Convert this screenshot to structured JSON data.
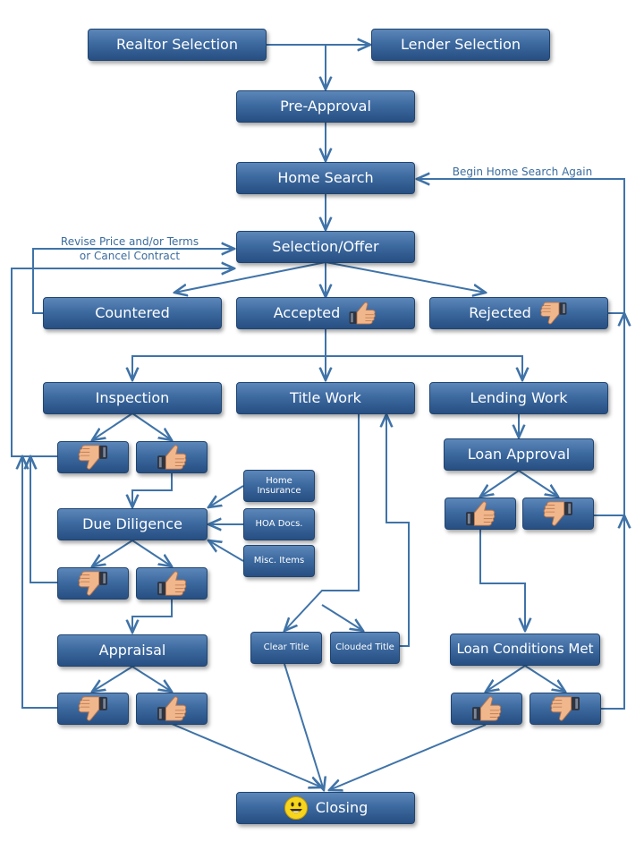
{
  "nodes": {
    "realtor": "Realtor Selection",
    "lender": "Lender Selection",
    "preapproval": "Pre-Approval",
    "homesearch": "Home Search",
    "selection": "Selection/Offer",
    "countered": "Countered",
    "accepted": "Accepted",
    "rejected": "Rejected",
    "inspection": "Inspection",
    "titlework": "Title Work",
    "lendingwork": "Lending Work",
    "loanapproval": "Loan Approval",
    "duediligence": "Due Diligence",
    "homeinsurance": "Home Insurance",
    "hoadocs": "HOA Docs.",
    "misc": "Misc. Items",
    "appraisal": "Appraisal",
    "cleartitle": "Clear Title",
    "cloudedtitle": "Clouded Title",
    "loanconditions": "Loan Conditions Met",
    "closing": "Closing"
  },
  "notes": {
    "revise_line1": "Revise Price and/or Terms",
    "revise_line2": "or Cancel Contract",
    "begin_again": "Begin Home Search Again"
  },
  "icons": {
    "thumb_up": "thumbs-up-icon",
    "thumb_down": "thumbs-down-icon",
    "smiley": "smiley-icon"
  },
  "colors": {
    "box_top": "#5c87ba",
    "box_bottom": "#274f82",
    "line": "#3f73a8",
    "note_text": "#3b6c9e"
  }
}
